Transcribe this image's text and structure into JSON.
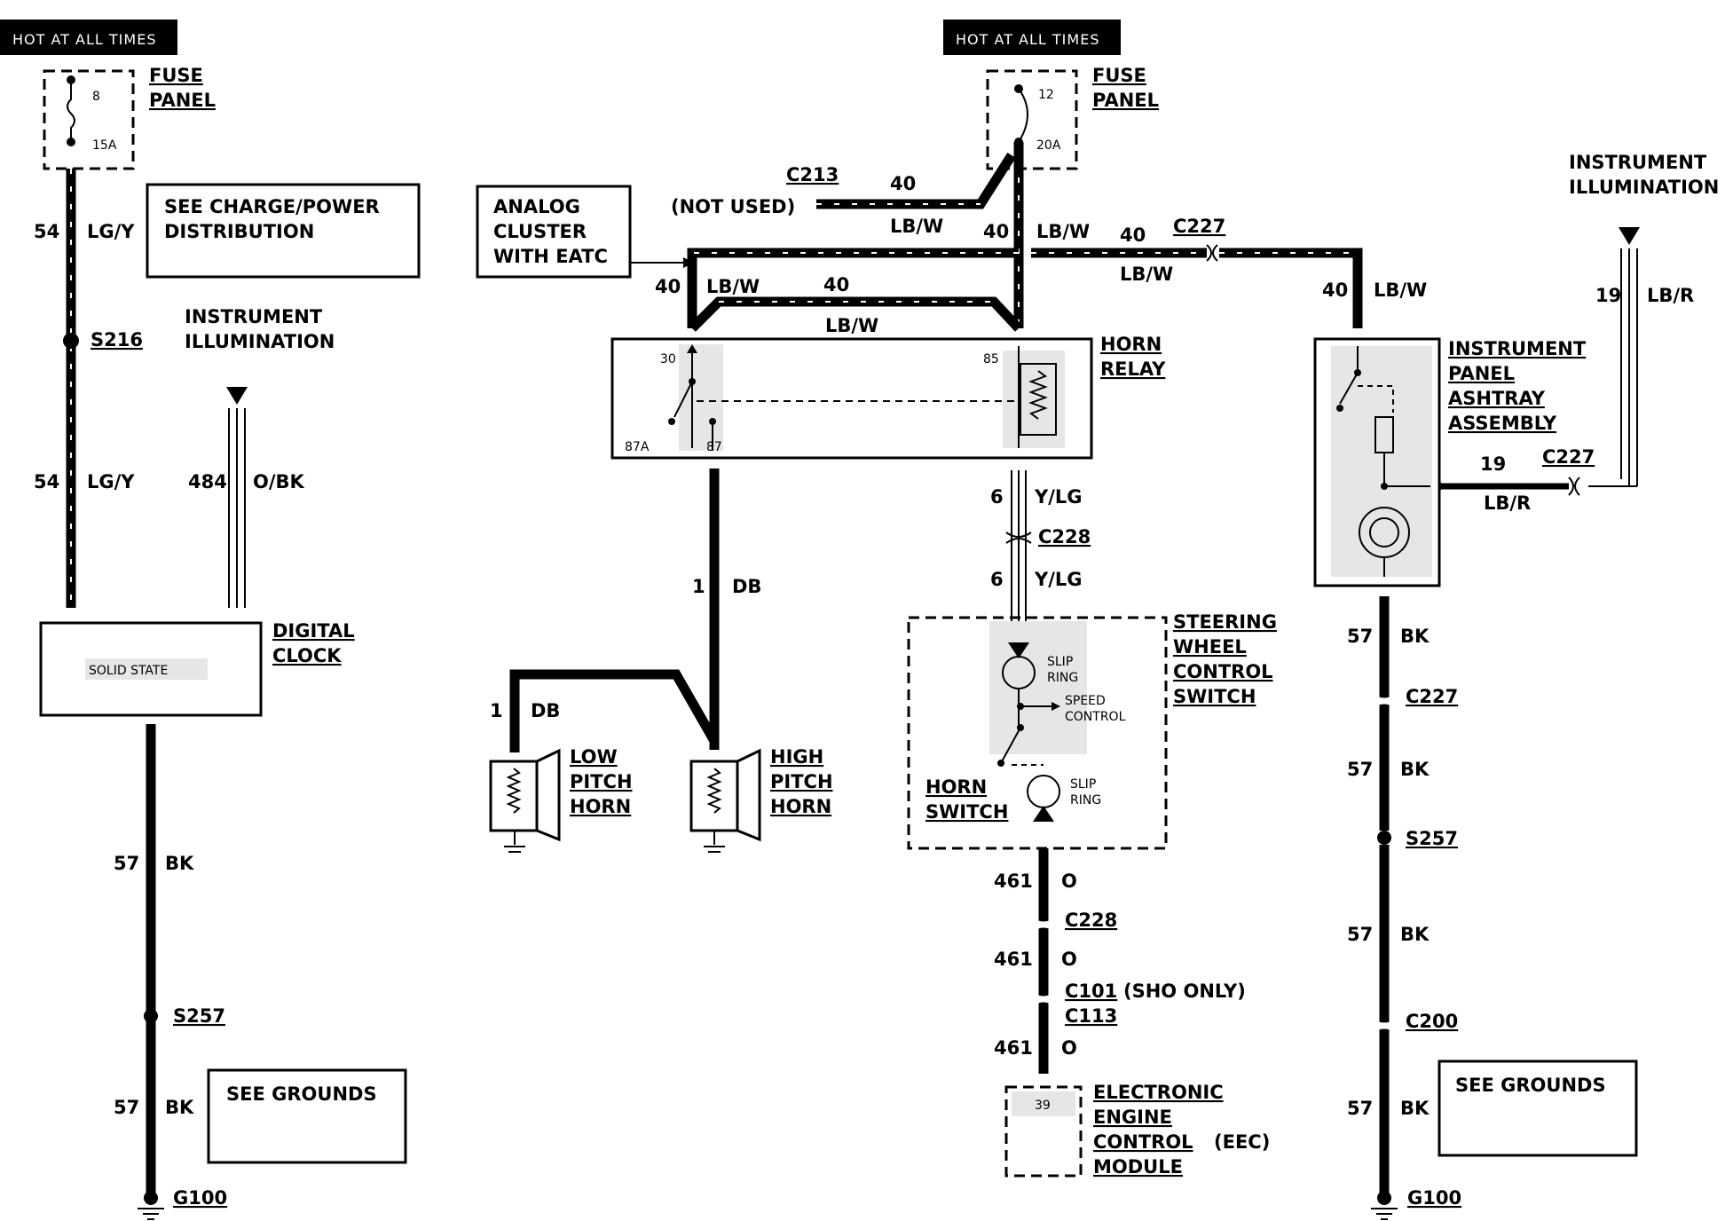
{
  "headers": {
    "hot_left": "HOT AT ALL TIMES",
    "hot_mid": "HOT AT ALL TIMES"
  },
  "fuse_left": {
    "label1": "FUSE",
    "label2": "PANEL",
    "number": "8",
    "rating": "15A"
  },
  "fuse_mid": {
    "label1": "FUSE",
    "label2": "PANEL",
    "number": "12",
    "rating": "20A"
  },
  "notes": {
    "charge_power_1": "SEE CHARGE/POWER",
    "charge_power_2": "DISTRIBUTION",
    "grounds_left": "SEE GROUNDS",
    "grounds_right": "SEE GROUNDS",
    "analog_1": "ANALOG",
    "analog_2": "CLUSTER",
    "analog_3": "WITH EATC"
  },
  "illumination": {
    "left_1": "INSTRUMENT",
    "left_2": "ILLUMINATION",
    "right_1": "INSTRUMENT",
    "right_2": "ILLUMINATION"
  },
  "components": {
    "digital_clock_1": "DIGITAL",
    "digital_clock_2": "CLOCK",
    "solid_state": "SOLID STATE",
    "horn_relay_1": "HORN",
    "horn_relay_2": "RELAY",
    "relay_30": "30",
    "relay_85": "85",
    "relay_87a": "87A",
    "relay_87": "87",
    "low_horn_1": "LOW",
    "low_horn_2": "PITCH",
    "low_horn_3": "HORN",
    "high_horn_1": "HIGH",
    "high_horn_2": "PITCH",
    "high_horn_3": "HORN",
    "steering_1": "STEERING",
    "steering_2": "WHEEL",
    "steering_3": "CONTROL",
    "steering_4": "SWITCH",
    "slip_1": "SLIP",
    "ring_1": "RING",
    "speed_1": "SPEED",
    "control_1": "CONTROL",
    "slip_2": "SLIP",
    "ring_2": "RING",
    "horn_switch_1": "HORN",
    "horn_switch_2": "SWITCH",
    "ashtray_1": "INSTRUMENT",
    "ashtray_2": "PANEL",
    "ashtray_3": "ASHTRAY",
    "ashtray_4": "ASSEMBLY",
    "eec_1": "ELECTRONIC",
    "eec_2": "ENGINE",
    "eec_3": "CONTROL",
    "eec_3b": "(EEC)",
    "eec_4": "MODULE",
    "eec_pin": "39"
  },
  "wires": {
    "w54": "54",
    "lgy": "LG/Y",
    "w484": "484",
    "obk": "O/BK",
    "w57": "57",
    "bk": "BK",
    "w40": "40",
    "lbw": "LB/W",
    "w1": "1",
    "db": "DB",
    "w6": "6",
    "ylg": "Y/LG",
    "w461": "461",
    "o": "O",
    "w19": "19",
    "lbr": "LB/R"
  },
  "connectors": {
    "s216": "S216",
    "s257": "S257",
    "g100": "G100",
    "c213": "C213",
    "not_used": "(NOT USED)",
    "c227": "C227",
    "c228": "C228",
    "c101": "C101",
    "sho_only": "(SHO ONLY)",
    "c113": "C113",
    "c200": "C200"
  }
}
